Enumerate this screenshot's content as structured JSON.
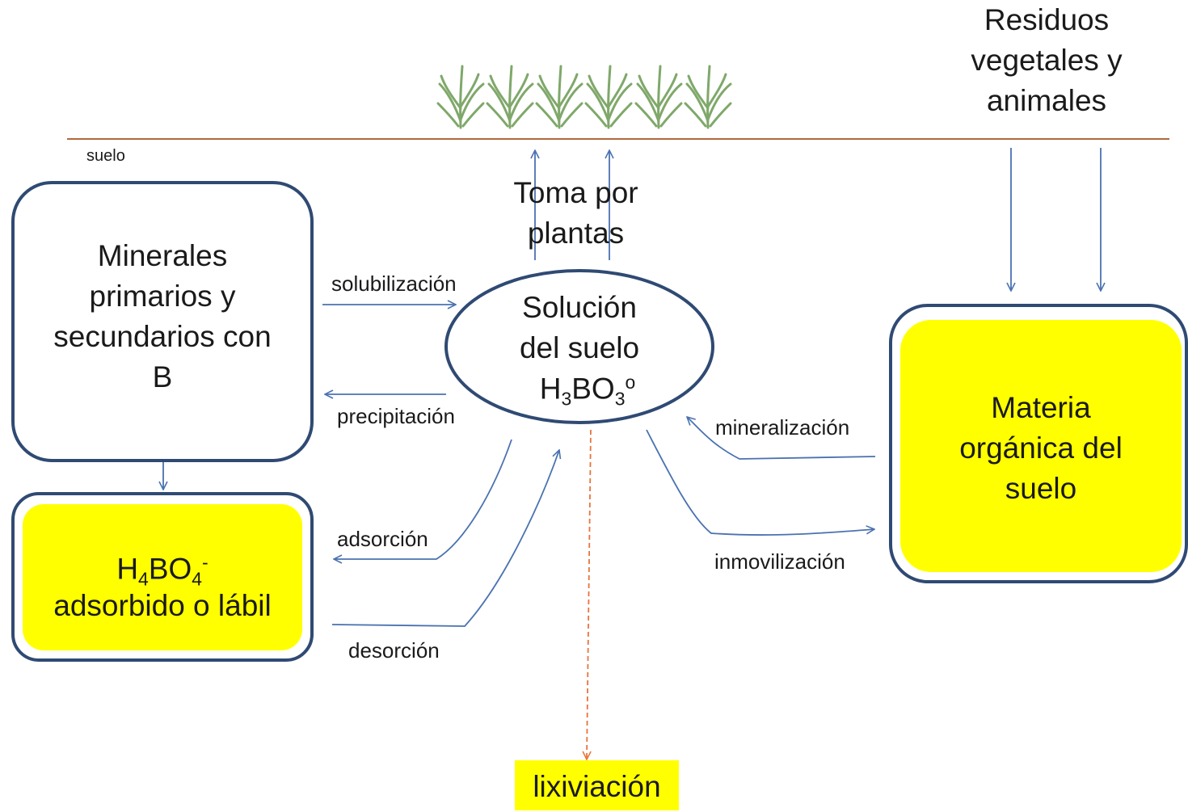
{
  "soil_label": "suelo",
  "residues_lines": [
    "Residuos",
    "vegetales y",
    "animales"
  ],
  "uptake_lines": [
    "Toma por",
    "plantas"
  ],
  "minerals_lines": [
    "Minerales",
    "primarios y",
    "secundarios con",
    "B"
  ],
  "solution_lines": [
    "Solución",
    "del suelo"
  ],
  "solution_formula": {
    "a": "H",
    "a_sub": "3",
    "b": "BO",
    "b_sub": "3",
    "sup": "o"
  },
  "adsorbed_formula": {
    "a": "H",
    "a_sub": "4",
    "b": "BO",
    "b_sub": "4",
    "sup": "-"
  },
  "adsorbed_text": "adsorbido o lábil",
  "organic_lines": [
    "Materia",
    "orgánica del",
    "suelo"
  ],
  "leaching_label": "lixiviación",
  "process_labels": {
    "solubilization": "solubilización",
    "precipitation": "precipitación",
    "adsorption": "adsorción",
    "desorption": "desorción",
    "mineralization": "mineralización",
    "immobilization": "inmovilización"
  },
  "colors": {
    "box_border": "#2f4a73",
    "arrow": "#4a72b0",
    "soil_line": "#b06a3b",
    "highlight": "#ffff00",
    "leach_arrow": "#e8743b",
    "plant": "#7fa86a"
  }
}
